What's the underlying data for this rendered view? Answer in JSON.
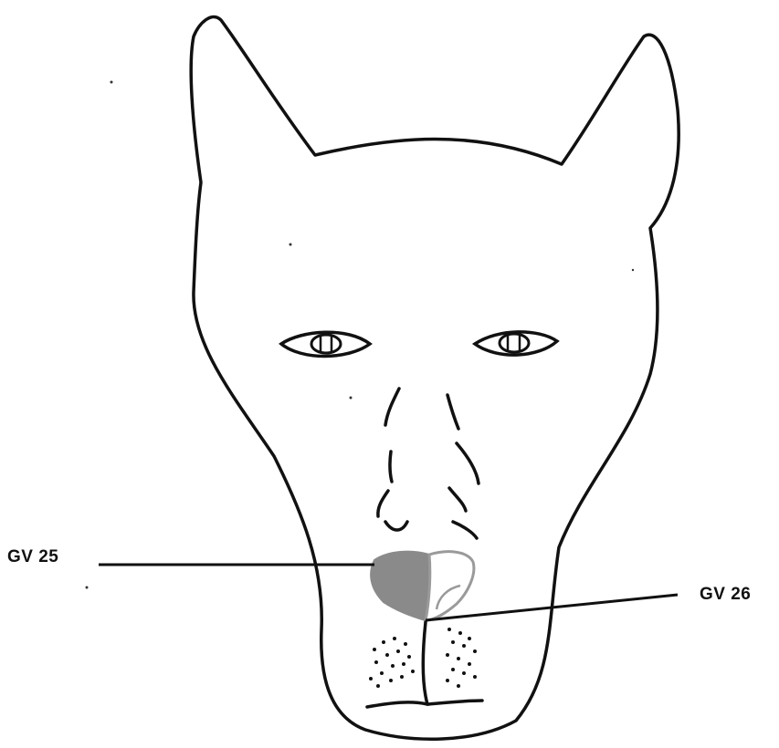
{
  "labels": {
    "gv25": "GV 25",
    "gv26": "GV 26"
  },
  "colors": {
    "outline": "#111111",
    "gv25_fill": "#8a8a8a",
    "gv26_outline": "#9a9a9a",
    "background": "#ffffff"
  },
  "icons": {
    "head": "dog-head-outline",
    "nose": "dog-nose",
    "eyes": "eye-icon"
  }
}
